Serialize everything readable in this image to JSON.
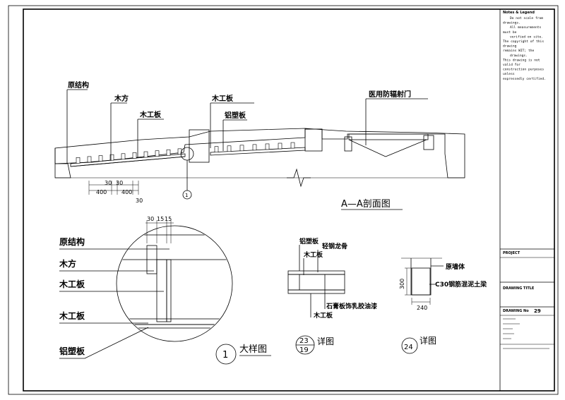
{
  "title_block": {
    "notes_heading": "Notes & Legend",
    "notes_lines": [
      "Do not scale from",
      "drawings.",
      "All measurements",
      "must be",
      "verified on site.",
      "The copyright of this",
      "drawing",
      "remains WIT; the",
      "drawings.",
      "This drawing is not",
      "valid for",
      "construction purposes",
      "unless",
      "expressedly certified."
    ],
    "project_label": "PROJECT",
    "drawing_title_label": "DRAWING TITLE",
    "drawing_no_label": "DRAWING No",
    "drawing_no": "29"
  },
  "section_aa": {
    "title": "A—A剖面图",
    "labels": {
      "structure": "原结构",
      "timber": "木方",
      "board": "木工板",
      "board2": "木工板",
      "alu_plastic": "铝塑板",
      "door": "医用防辐射门"
    },
    "dims": [
      "30",
      "400",
      "30",
      "400",
      "30"
    ],
    "callout_no": "1"
  },
  "detail_1": {
    "labels": [
      "原结构",
      "木方",
      "木工板",
      "木工板",
      "铝塑板"
    ],
    "dims": [
      "30",
      "15",
      "15"
    ],
    "number": "1",
    "title": "大样图"
  },
  "detail_23": {
    "labels": {
      "alu": "铝塑板",
      "keel": "轻钢龙骨",
      "board": "木工板",
      "gypsum": "石膏板饰乳胶油漆",
      "board2": "木工板"
    },
    "num_top": "23",
    "num_bottom": "19",
    "title": "详图"
  },
  "detail_24": {
    "labels": {
      "wall": "原墙体",
      "beam": "C30钢筋混泥土梁"
    },
    "dims": {
      "height": "300",
      "width": "240"
    },
    "number": "24",
    "title": "详图"
  }
}
